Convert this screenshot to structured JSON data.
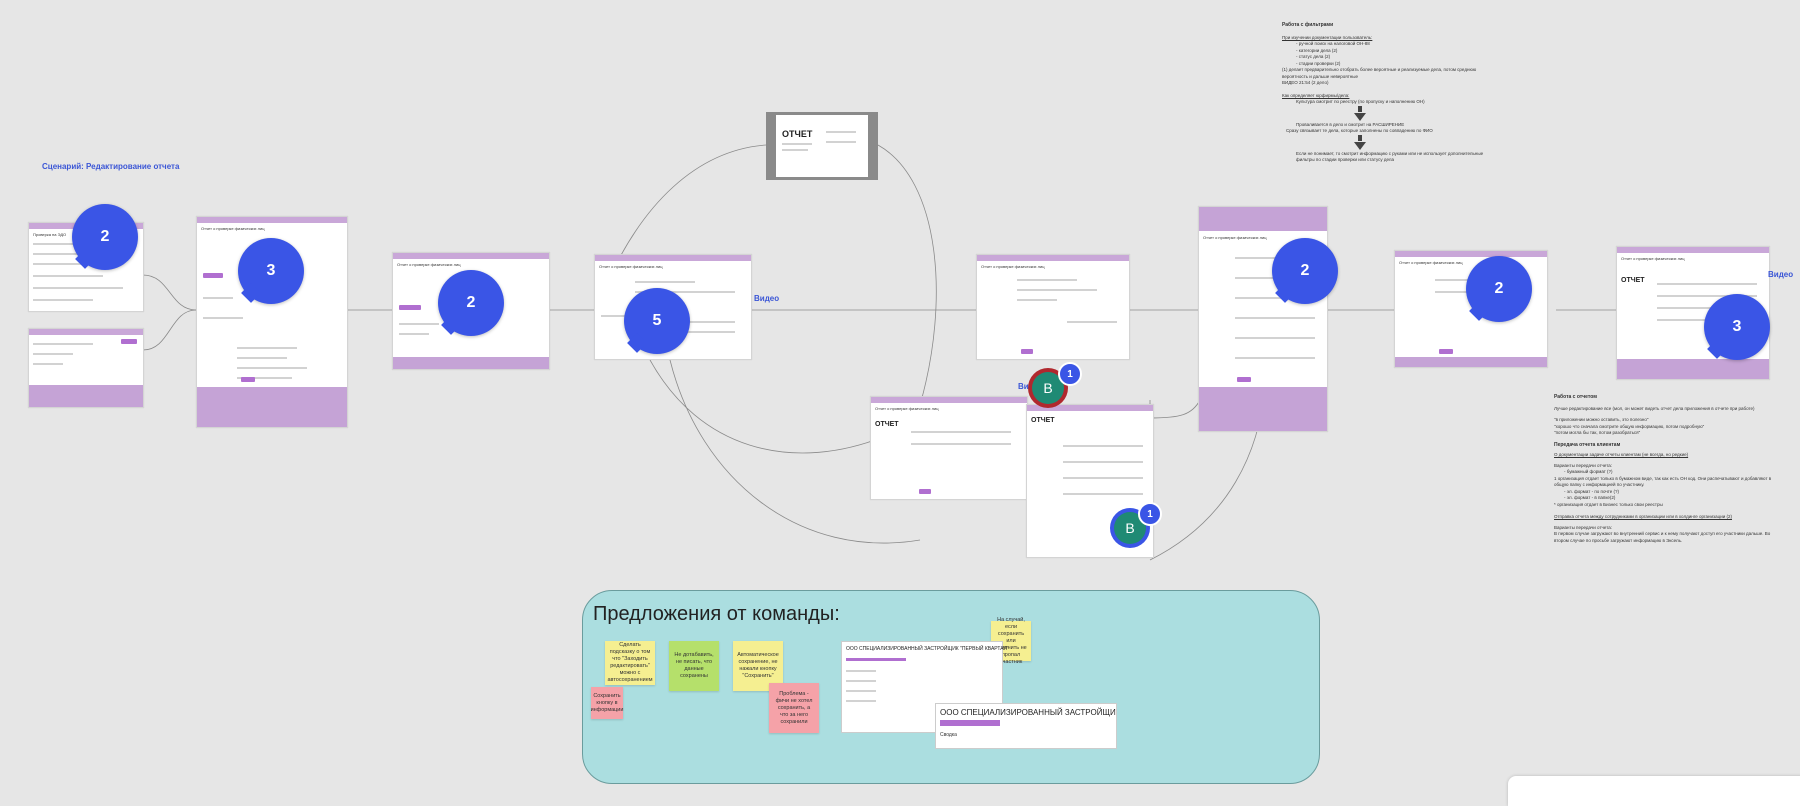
{
  "scenario": {
    "title": "Сценарий: Редактирование отчета"
  },
  "bubbles": [
    {
      "id": "s1",
      "count": "2"
    },
    {
      "id": "s2",
      "count": "3"
    },
    {
      "id": "s3",
      "count": "2"
    },
    {
      "id": "s4",
      "count": "5"
    },
    {
      "id": "s6",
      "count": "2"
    },
    {
      "id": "s7",
      "count": "2"
    },
    {
      "id": "s8",
      "count": "3"
    }
  ],
  "avatars": [
    {
      "letter": "B",
      "badge": "1"
    },
    {
      "letter": "B",
      "badge": "1"
    }
  ],
  "video_links": {
    "a": "Видео",
    "b": "Видео",
    "c": "Ви"
  },
  "report_preview": {
    "title": "ОТЧЕТ"
  },
  "notes_top": {
    "heading": "Работа с фильтрами",
    "sub1": "При изучении документации пользователь:",
    "items": [
      "- ручной поиск на налоговой ОН-88",
      "- категории дела (2)",
      "- статус дела (2)",
      "- стадии проверки (2)"
    ],
    "tip": "(1) делает предварительно отобрать более вероятные и реализуемые дела, потом среднюю вероятность и дальше невероятные",
    "video": "ВИДЕО 21:54 (2 дело)",
    "sub2": "Как определяет юрфирмы/дела:",
    "step1": "Культура смотрит по реестру (по пропуску и наполнению ОН)",
    "step2": "Проваливается в дело и смотрит на РАСШИРЕНИЕ",
    "step3": "Сразу связывает те дела, которые заполнены по совпадению по ФИО",
    "step4": "Если не понимает, то смотрит информацию с руками или не использует дополнительные фильтры по стадии проверки или статусу дела"
  },
  "notes_right": {
    "heading1": "Работа с отчетом",
    "p1": "Лучше редактирование все (мол, он может видеть отчет дела приложения в отчете при работе)",
    "quotes": [
      "\"в приложении можно оставить, это полезно\"",
      "\"хорошо что сначала смотрите общую информацию, потом подробную\"",
      "\"потом могла бы так, потом разобраться\""
    ],
    "heading2": "Передача отчета клиентам",
    "sub1": "О документации задаче отчеты клиентам (не всегда, но редкие)",
    "p2": "Варианты передачи отчета:",
    "items": [
      "- бумажный формат (?)",
      "1 организация отдает только в бумажном виде, так как есть ОН код. Они распечатывают и добавляют в общую папку с информацией по участнику.",
      "- эл. формат - по почте (?)",
      "- эл. формат - в папке(2)",
      "* организация отдает в Бизнес только свои реестры"
    ],
    "sub2": "Отправка отчета между сотрудниками в организации или в холдинге организации (2)",
    "p3": "Варианты передачи отчета:",
    "p4": "В первом случае загружают во внутренний сервис и к нему получают доступ его участники дальше. Во втором случае по просьбе загружают информацию в Эксель."
  },
  "proposals": {
    "title": "Предложения от команды:",
    "stickies": [
      "Сделать подсказку о том что \"Заходить редактировать\" можно с автосохранением",
      "Не дотабавить, не писать, что данные сохранены",
      "Автоматическое сохранение, не нажали кнопку \"Сохранить\"",
      "Сохранить кнопку в информации",
      "Проблема - фичи не хотел сохранить, а что за него сохранили",
      "На случай, если сохранить или отменить не пропал участник"
    ],
    "mock_a_title": "ООО СПЕЦИАЛИЗИРОВАННЫЙ ЗАСТРОЙЩИК \"ПЕРВЫЙ КВАРТАЛ\"",
    "mock_b_title": "ООО СПЕЦИАЛИЗИРОВАННЫЙ ЗАСТРОЙЩИ",
    "mock_b_tab": "Сводка"
  },
  "screens": [
    {
      "id": "s1",
      "title": "Проверка на ЭДО"
    },
    {
      "id": "s2",
      "title": "Отчет о проверке физических лиц"
    },
    {
      "id": "s3",
      "title": "Отчет о проверке физических лиц"
    },
    {
      "id": "s4",
      "title": "Отчет о проверке физических лиц"
    },
    {
      "id": "s5",
      "title": "Отчет о проверке физических лиц"
    },
    {
      "id": "s6",
      "title": "Отчет о проверке физических лиц"
    },
    {
      "id": "s7",
      "title": "Отчет о проверке физических лиц"
    },
    {
      "id": "s8",
      "title": "Отчет о проверке физических лиц"
    },
    {
      "id": "s9",
      "title": "Отчет о проверке физических лиц"
    }
  ],
  "colors": {
    "canvas": "#e6e6e6",
    "accent": "#3a55e6",
    "frame_purple": "#c5a3d6",
    "proposal_bg": "#abdee0"
  }
}
